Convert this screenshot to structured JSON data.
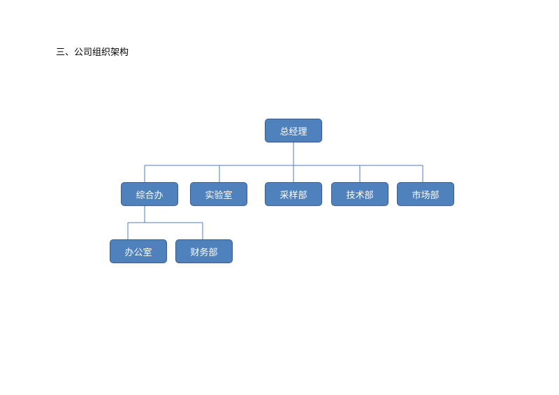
{
  "heading": "三、公司组织架构",
  "org": {
    "root": "总经理",
    "departments": [
      "综合办",
      "实验室",
      "采样部",
      "技术部",
      "市场部"
    ],
    "sub_units": [
      "办公室",
      "财务部"
    ]
  },
  "colors": {
    "node_fill": "#4f81bd",
    "node_border": "#385d8a",
    "connector": "#4a7ebb",
    "node_text": "#ffffff"
  }
}
